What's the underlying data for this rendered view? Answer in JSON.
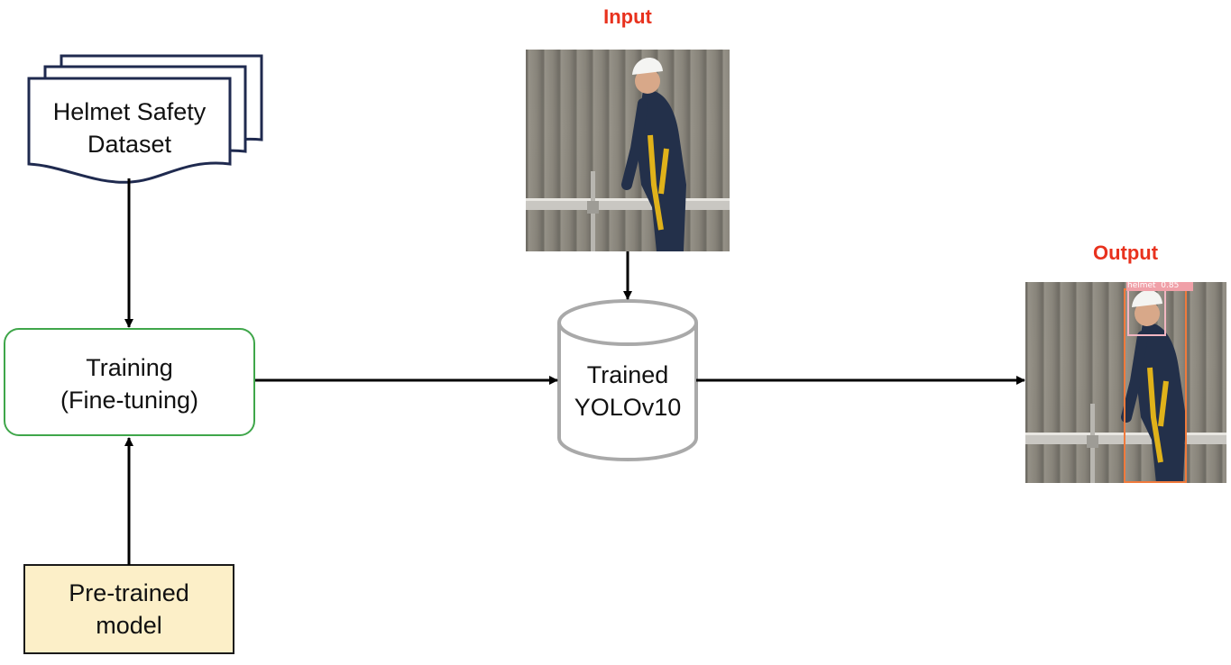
{
  "nodes": {
    "dataset": {
      "line1": "Helmet Safety",
      "line2": "Dataset"
    },
    "training": {
      "line1": "Training",
      "line2": "(Fine-tuning)"
    },
    "pretrained": {
      "line1": "Pre-trained",
      "line2": "model"
    },
    "model": {
      "line1": "Trained",
      "line2": "YOLOv10"
    }
  },
  "labels": {
    "input": "Input",
    "output": "Output",
    "detection": "helmet  0.85"
  },
  "colors": {
    "dark_navy": "#1f2a4f",
    "green": "#3fa64a",
    "cream": "#fcefc8",
    "grey": "#a9a9a9",
    "red_label": "#e8321e",
    "detection_box": "#f07a3c",
    "helmet_box": "#f2b6c2"
  }
}
